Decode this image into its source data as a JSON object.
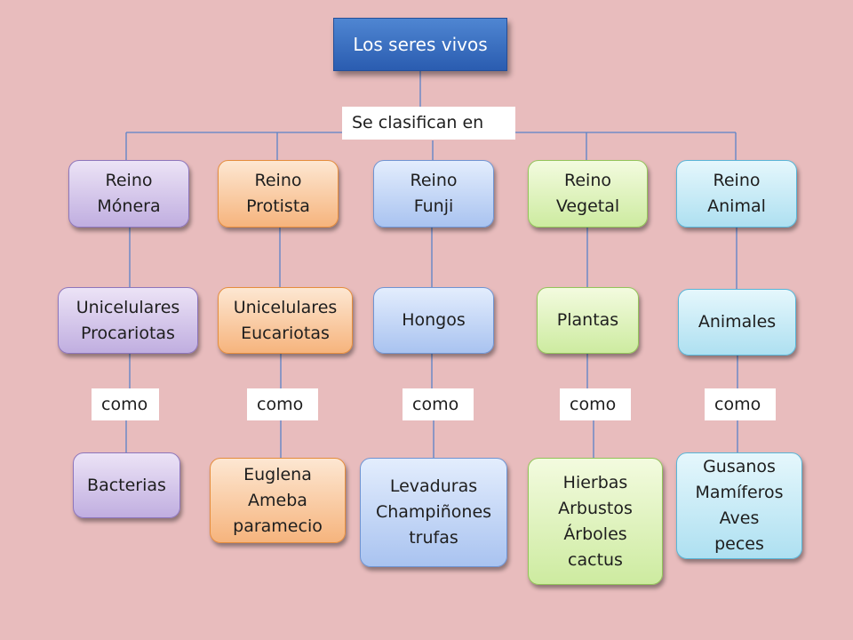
{
  "root": {
    "label": "Los seres vivos"
  },
  "classify_label": "Se clasifican en",
  "connector_label": "como",
  "kingdoms": [
    {
      "line1": "Reino",
      "line2": "Mónera",
      "type": {
        "line1": "Unicelulares",
        "line2": "Procariotas"
      },
      "examples": [
        "Bacterias"
      ]
    },
    {
      "line1": "Reino",
      "line2": "Protista",
      "type": {
        "line1": "Unicelulares",
        "line2": "Eucariotas"
      },
      "examples": [
        "Euglena",
        "Ameba",
        "paramecio"
      ]
    },
    {
      "line1": "Reino",
      "line2": "Funji",
      "type": {
        "line1": "Hongos"
      },
      "examples": [
        "Levaduras",
        "Champiñones",
        "trufas"
      ]
    },
    {
      "line1": "Reino",
      "line2": "Vegetal",
      "type": {
        "line1": "Plantas"
      },
      "examples": [
        "Hierbas",
        "Arbustos",
        "Árboles",
        "cactus"
      ]
    },
    {
      "line1": "Reino",
      "line2": "Animal",
      "type": {
        "line1": "Animales"
      },
      "examples": [
        "Gusanos",
        "Mamíferos",
        "Aves",
        "peces"
      ]
    }
  ]
}
